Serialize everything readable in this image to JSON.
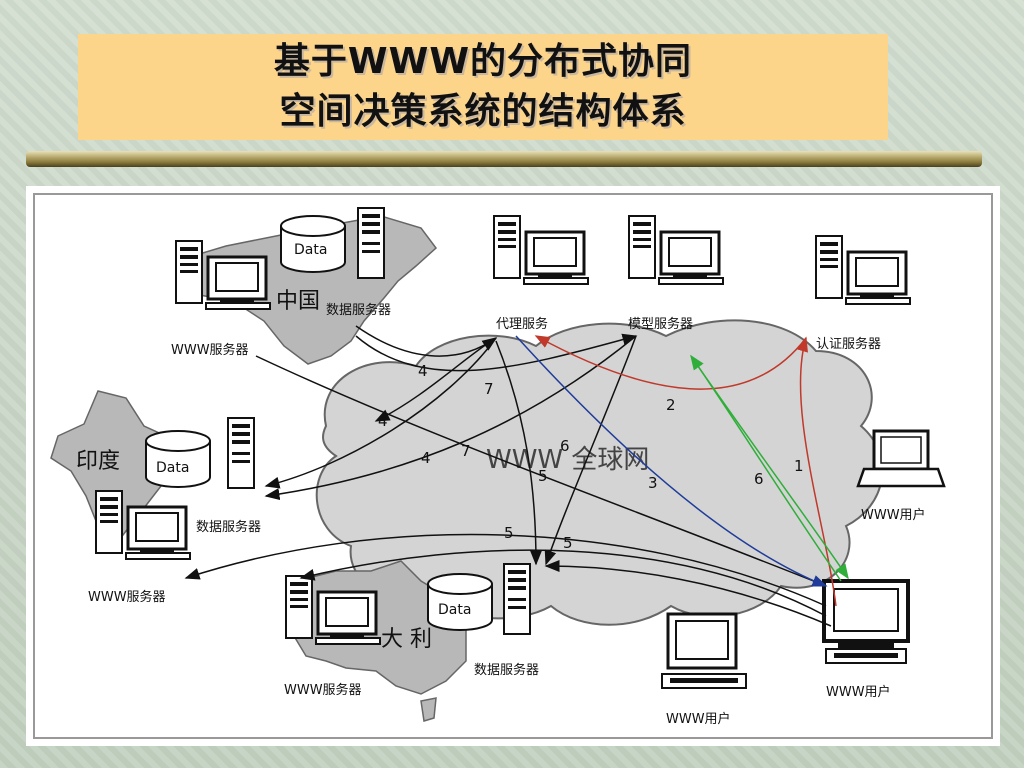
{
  "title": {
    "line1": "基于WWW的分布式协同",
    "line2": "空间决策系统的结构体系"
  },
  "diagram": {
    "cloud_label": "WWW 全球网",
    "regions": {
      "china": "中国",
      "india": "印度",
      "australia": "大 利"
    },
    "database_label": "Data",
    "nodes": {
      "www_server_china": "WWW服务器",
      "data_server_china": "数据服务器",
      "proxy_server": "代理服务",
      "model_server": "模型服务器",
      "auth_server": "认证服务器",
      "data_server_india": "数据服务器",
      "www_server_india": "WWW服务器",
      "www_server_aus": "WWW服务器",
      "data_server_aus": "数据服务器",
      "www_user_laptop": "WWW用户",
      "www_user_main": "WWW用户",
      "www_user_bottom": "WWW用户"
    },
    "arrow_numbers": [
      "4",
      "7",
      "4",
      "7",
      "4",
      "6",
      "5",
      "3",
      "2",
      "6",
      "1",
      "5",
      "5"
    ]
  },
  "colors": {
    "background": "#c9d7c7",
    "title_bg": "#fcd48a",
    "arrow_black": "#111111",
    "arrow_red": "#c0392b",
    "arrow_blue": "#1f3c9a",
    "arrow_green": "#2fae3a",
    "land_gray": "#b8b8b8",
    "cloud_gray": "#d4d4d4"
  }
}
